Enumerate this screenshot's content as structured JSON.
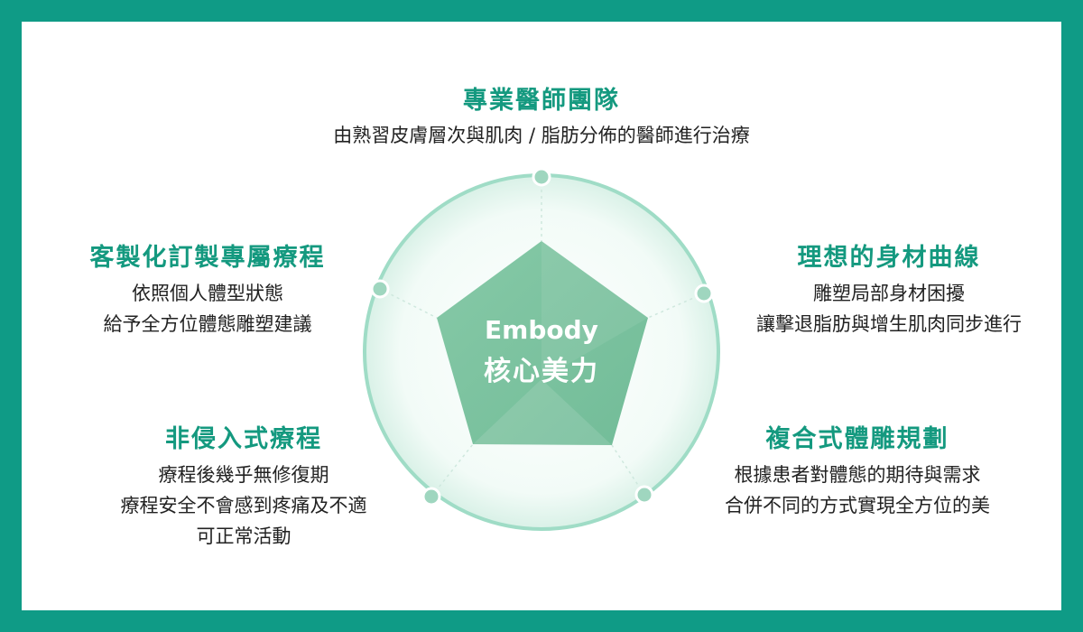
{
  "colors": {
    "frame": "#0f9b86",
    "accent": "#14997f",
    "ring": "#9fdcc6",
    "pentagon": "#7fc4a2",
    "node": "#9fd6bf"
  },
  "center": {
    "line1": "Embody",
    "line2": "核心美力"
  },
  "items": [
    {
      "title": "專業醫師團隊",
      "lines": [
        "由熟習皮膚層次與肌肉 / 脂肪分佈的醫師進行治療"
      ]
    },
    {
      "title": "理想的身材曲線",
      "lines": [
        "雕塑局部身材困擾",
        "讓擊退脂肪與增生肌肉同步進行"
      ]
    },
    {
      "title": "複合式體雕規劃",
      "lines": [
        "根據患者對體態的期待與需求",
        "合併不同的方式實現全方位的美"
      ]
    },
    {
      "title": "非侵入式療程",
      "lines": [
        "療程後幾乎無修復期",
        "療程安全不會感到疼痛及不適",
        "可正常活動"
      ]
    },
    {
      "title": "客製化訂製專屬療程",
      "lines": [
        "依照個人體型狀態",
        "給予全方位體態雕塑建議"
      ]
    }
  ]
}
